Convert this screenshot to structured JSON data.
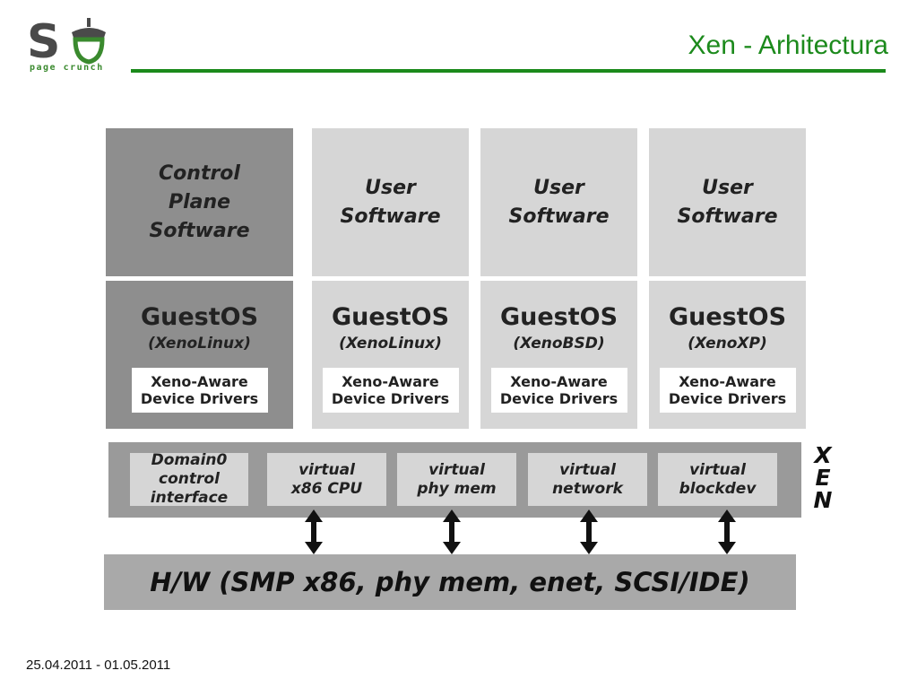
{
  "header": {
    "title": "Xen - Arhitectura",
    "logo_text": "page crunch",
    "accent_color": "#1b8a1b"
  },
  "diagram": {
    "columns": [
      {
        "top_lines": [
          "Control",
          "Plane",
          "Software"
        ],
        "os_name": "GuestOS",
        "os_variant": "(XenoLinux)",
        "drivers": [
          "Xeno-Aware",
          "Device Drivers"
        ]
      },
      {
        "top_lines": [
          "User",
          "Software"
        ],
        "os_name": "GuestOS",
        "os_variant": "(XenoLinux)",
        "drivers": [
          "Xeno-Aware",
          "Device Drivers"
        ]
      },
      {
        "top_lines": [
          "User",
          "Software"
        ],
        "os_name": "GuestOS",
        "os_variant": "(XenoBSD)",
        "drivers": [
          "Xeno-Aware",
          "Device Drivers"
        ]
      },
      {
        "top_lines": [
          "User",
          "Software"
        ],
        "os_name": "GuestOS",
        "os_variant": "(XenoXP)",
        "drivers": [
          "Xeno-Aware",
          "Device Drivers"
        ]
      }
    ],
    "xen_layer": {
      "boxes": [
        [
          "Domain0",
          "control",
          "interface"
        ],
        [
          "virtual",
          "x86 CPU"
        ],
        [
          "virtual",
          "phy mem"
        ],
        [
          "virtual",
          "network"
        ],
        [
          "virtual",
          "blockdev"
        ]
      ],
      "label_letters": [
        "X",
        "E",
        "N"
      ]
    },
    "hardware": "H/W (SMP x86, phy mem, enet, SCSI/IDE)"
  },
  "footer": {
    "date_range": "25.04.2011 - 01.05.2011"
  }
}
